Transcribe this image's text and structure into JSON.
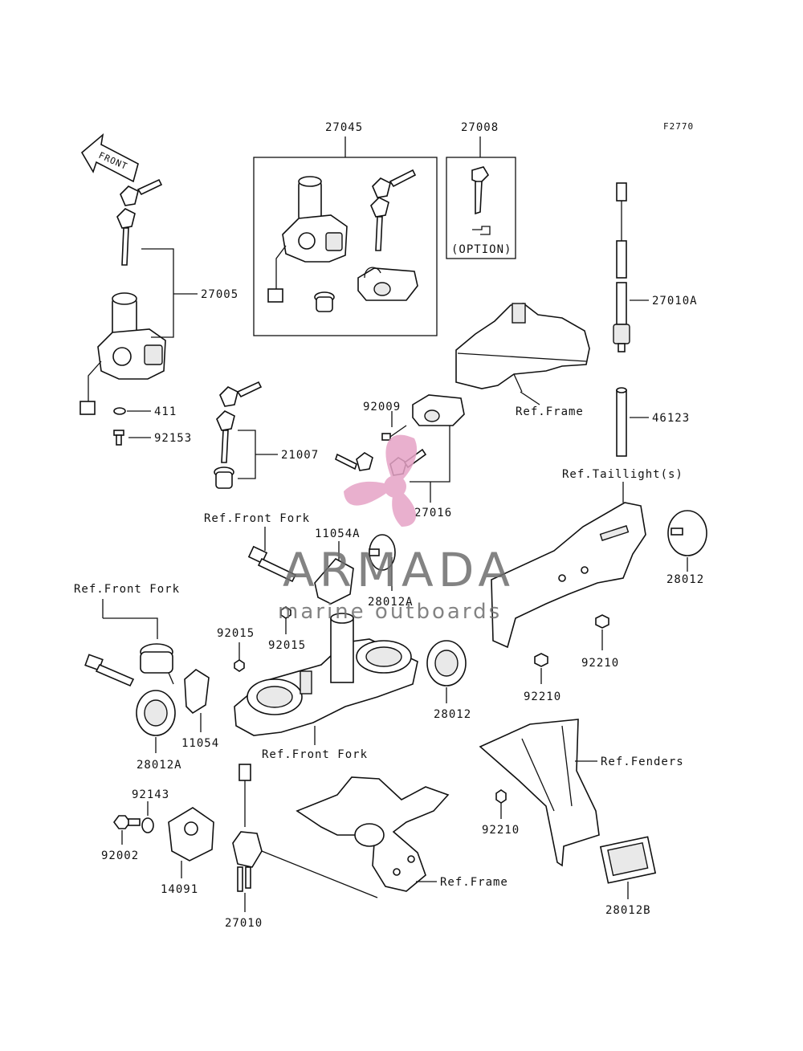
{
  "figure_code": "F2770",
  "front_arrow_label": "FRONT",
  "callouts": {
    "c27045": "27045",
    "c27008": "27008",
    "option": "(OPTION)",
    "c27005": "27005",
    "c411": "411",
    "c92153": "92153",
    "c21007": "21007",
    "c92009": "92009",
    "ref_frame_1": "Ref.Frame",
    "c27016": "27016",
    "c27010A": "27010A",
    "c46123": "46123",
    "ref_taillight": "Ref.Taillight(s)",
    "c28012_a": "28012",
    "ref_front_fork_1": "Ref.Front Fork",
    "c11054A": "11054A",
    "c28012A_1": "28012A",
    "c92015_1": "92015",
    "ref_front_fork_2": "Ref.Front Fork",
    "c92015_2": "92015",
    "c92210_1": "92210",
    "c92210_2": "92210",
    "c28012_b": "28012",
    "c11054": "11054",
    "c28012A_2": "28012A",
    "ref_front_fork_3": "Ref.Front Fork",
    "ref_fenders": "Ref.Fenders",
    "c92143": "92143",
    "c92002": "92002",
    "c14091": "14091",
    "c27010": "27010",
    "ref_frame_2": "Ref.Frame",
    "c92210_3": "92210",
    "c28012B": "28012B"
  },
  "watermark": {
    "brand": "ARMADA",
    "tagline": "marine outboards",
    "logo_color": "#e6a3c6"
  }
}
